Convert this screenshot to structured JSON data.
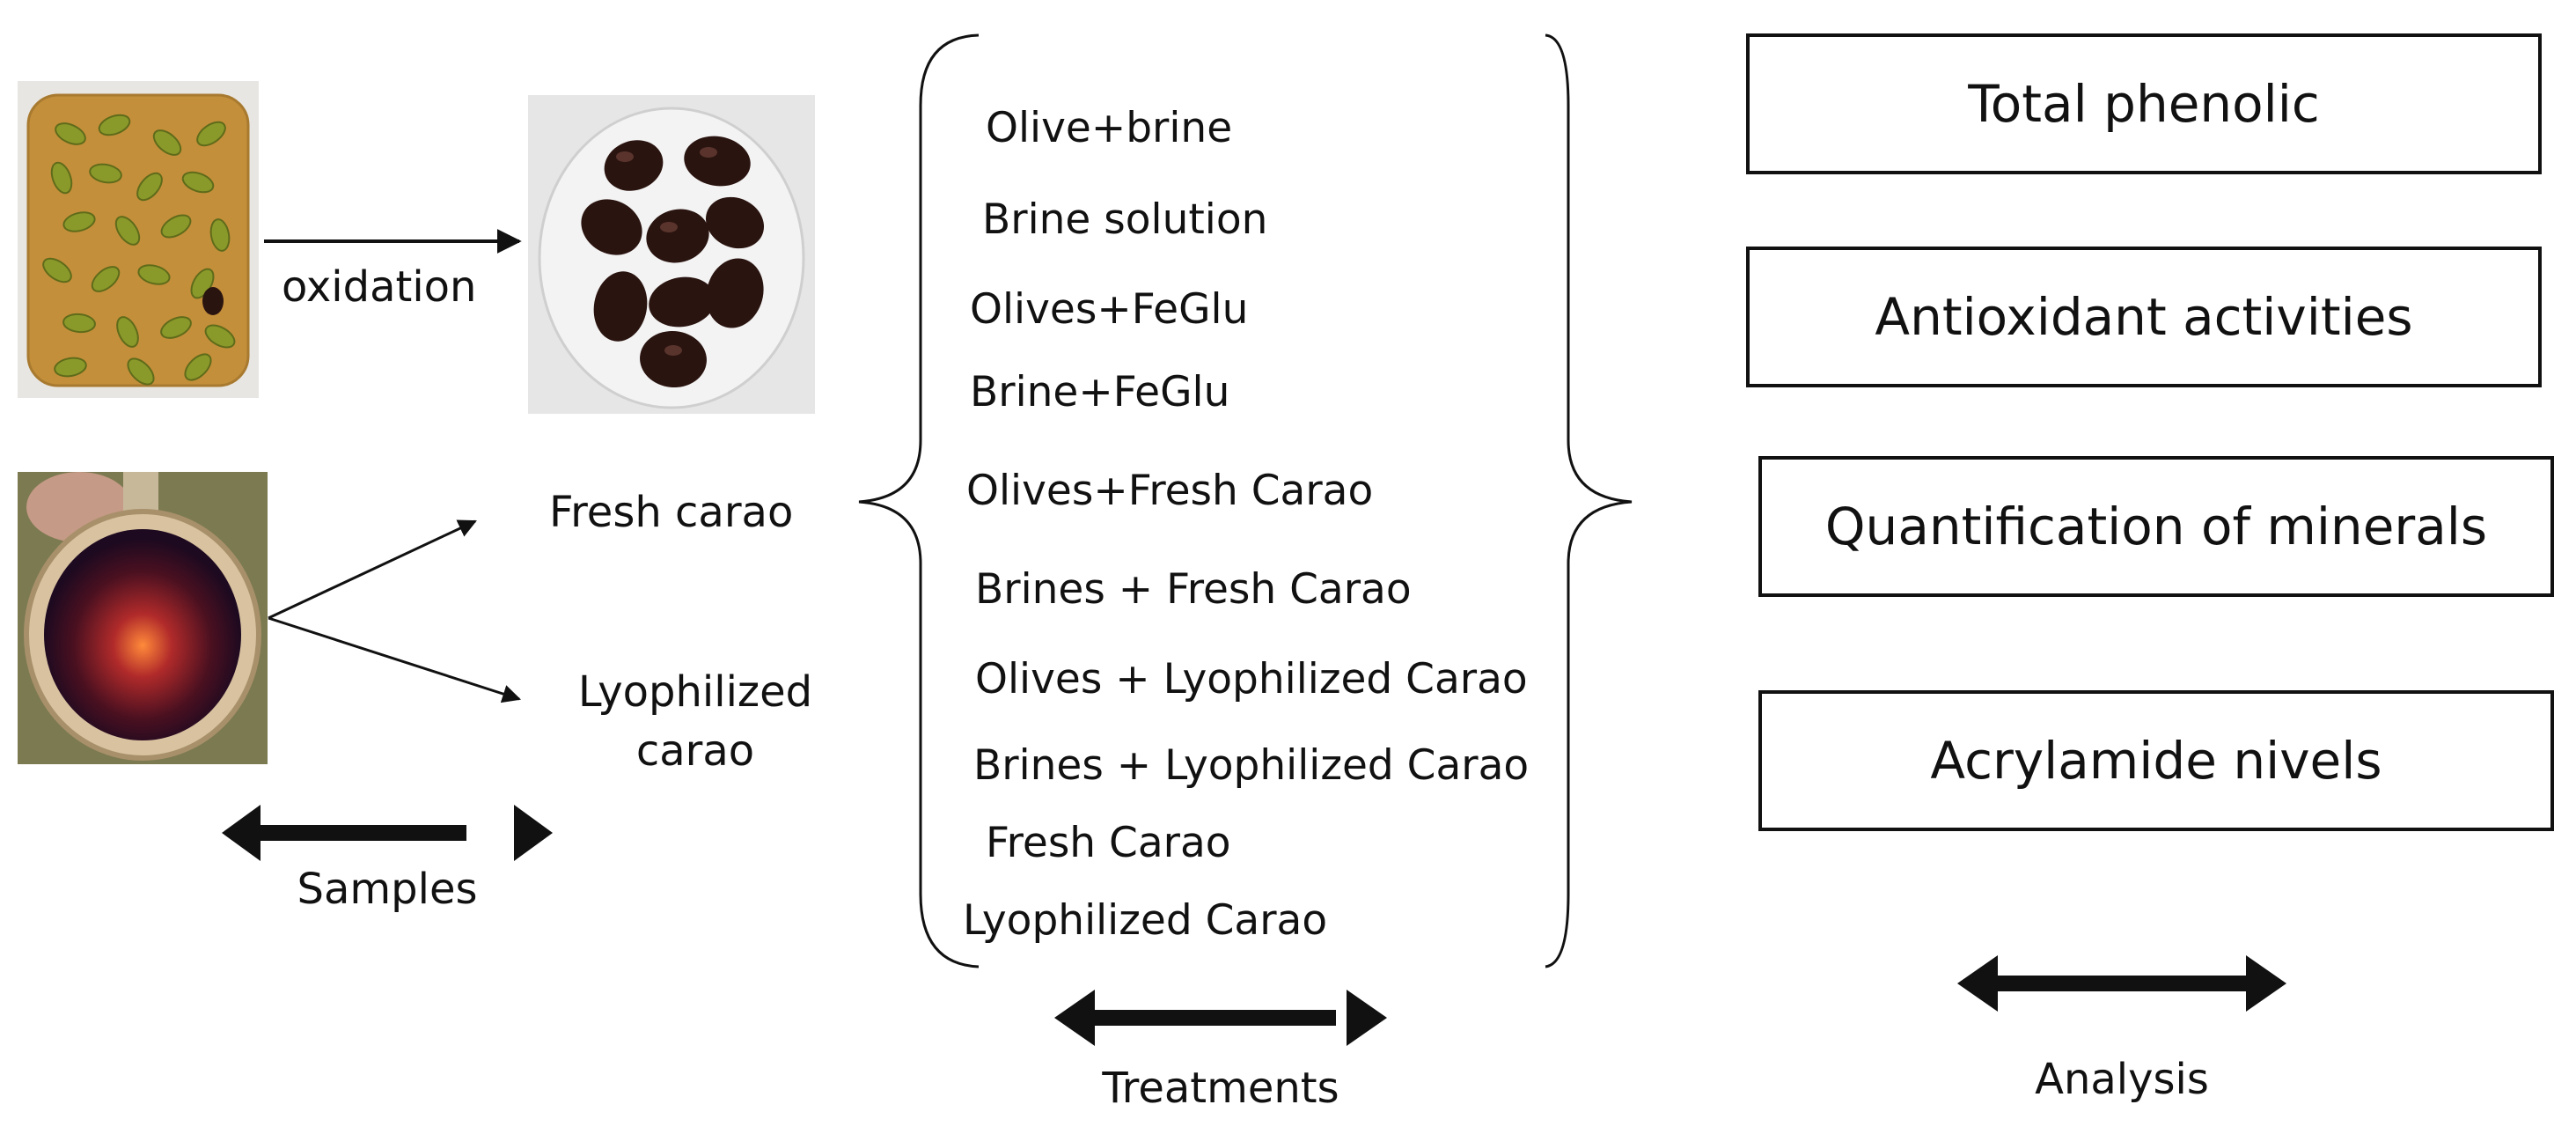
{
  "samples": {
    "oxidation_label": "oxidation",
    "fresh_label": "Fresh carao",
    "lyophilized_label_line1": "Lyophilized",
    "lyophilized_label_line2": "carao",
    "caption": "Samples"
  },
  "treatments": {
    "items": [
      "Olive+brine",
      "Brine solution",
      "Olives+FeGlu",
      "Brine+FeGlu",
      "Olives+Fresh Carao",
      "Brines + Fresh Carao",
      "Olives + Lyophilized Carao",
      "Brines + Lyophilized Carao",
      "Fresh Carao",
      "Lyophilized Carao"
    ],
    "caption": "Treatments"
  },
  "analysis": {
    "items": [
      "Total phenolic",
      "Antioxidant activities",
      "Quantification of minerals",
      "Acrylamide nivels"
    ],
    "caption": "Analysis"
  },
  "colors": {
    "ink": "#111111",
    "brine": "#c48f3a",
    "green_olive": "#8a9a2a",
    "black_olive": "#2a1410",
    "carao_pod": "#4a1020"
  }
}
